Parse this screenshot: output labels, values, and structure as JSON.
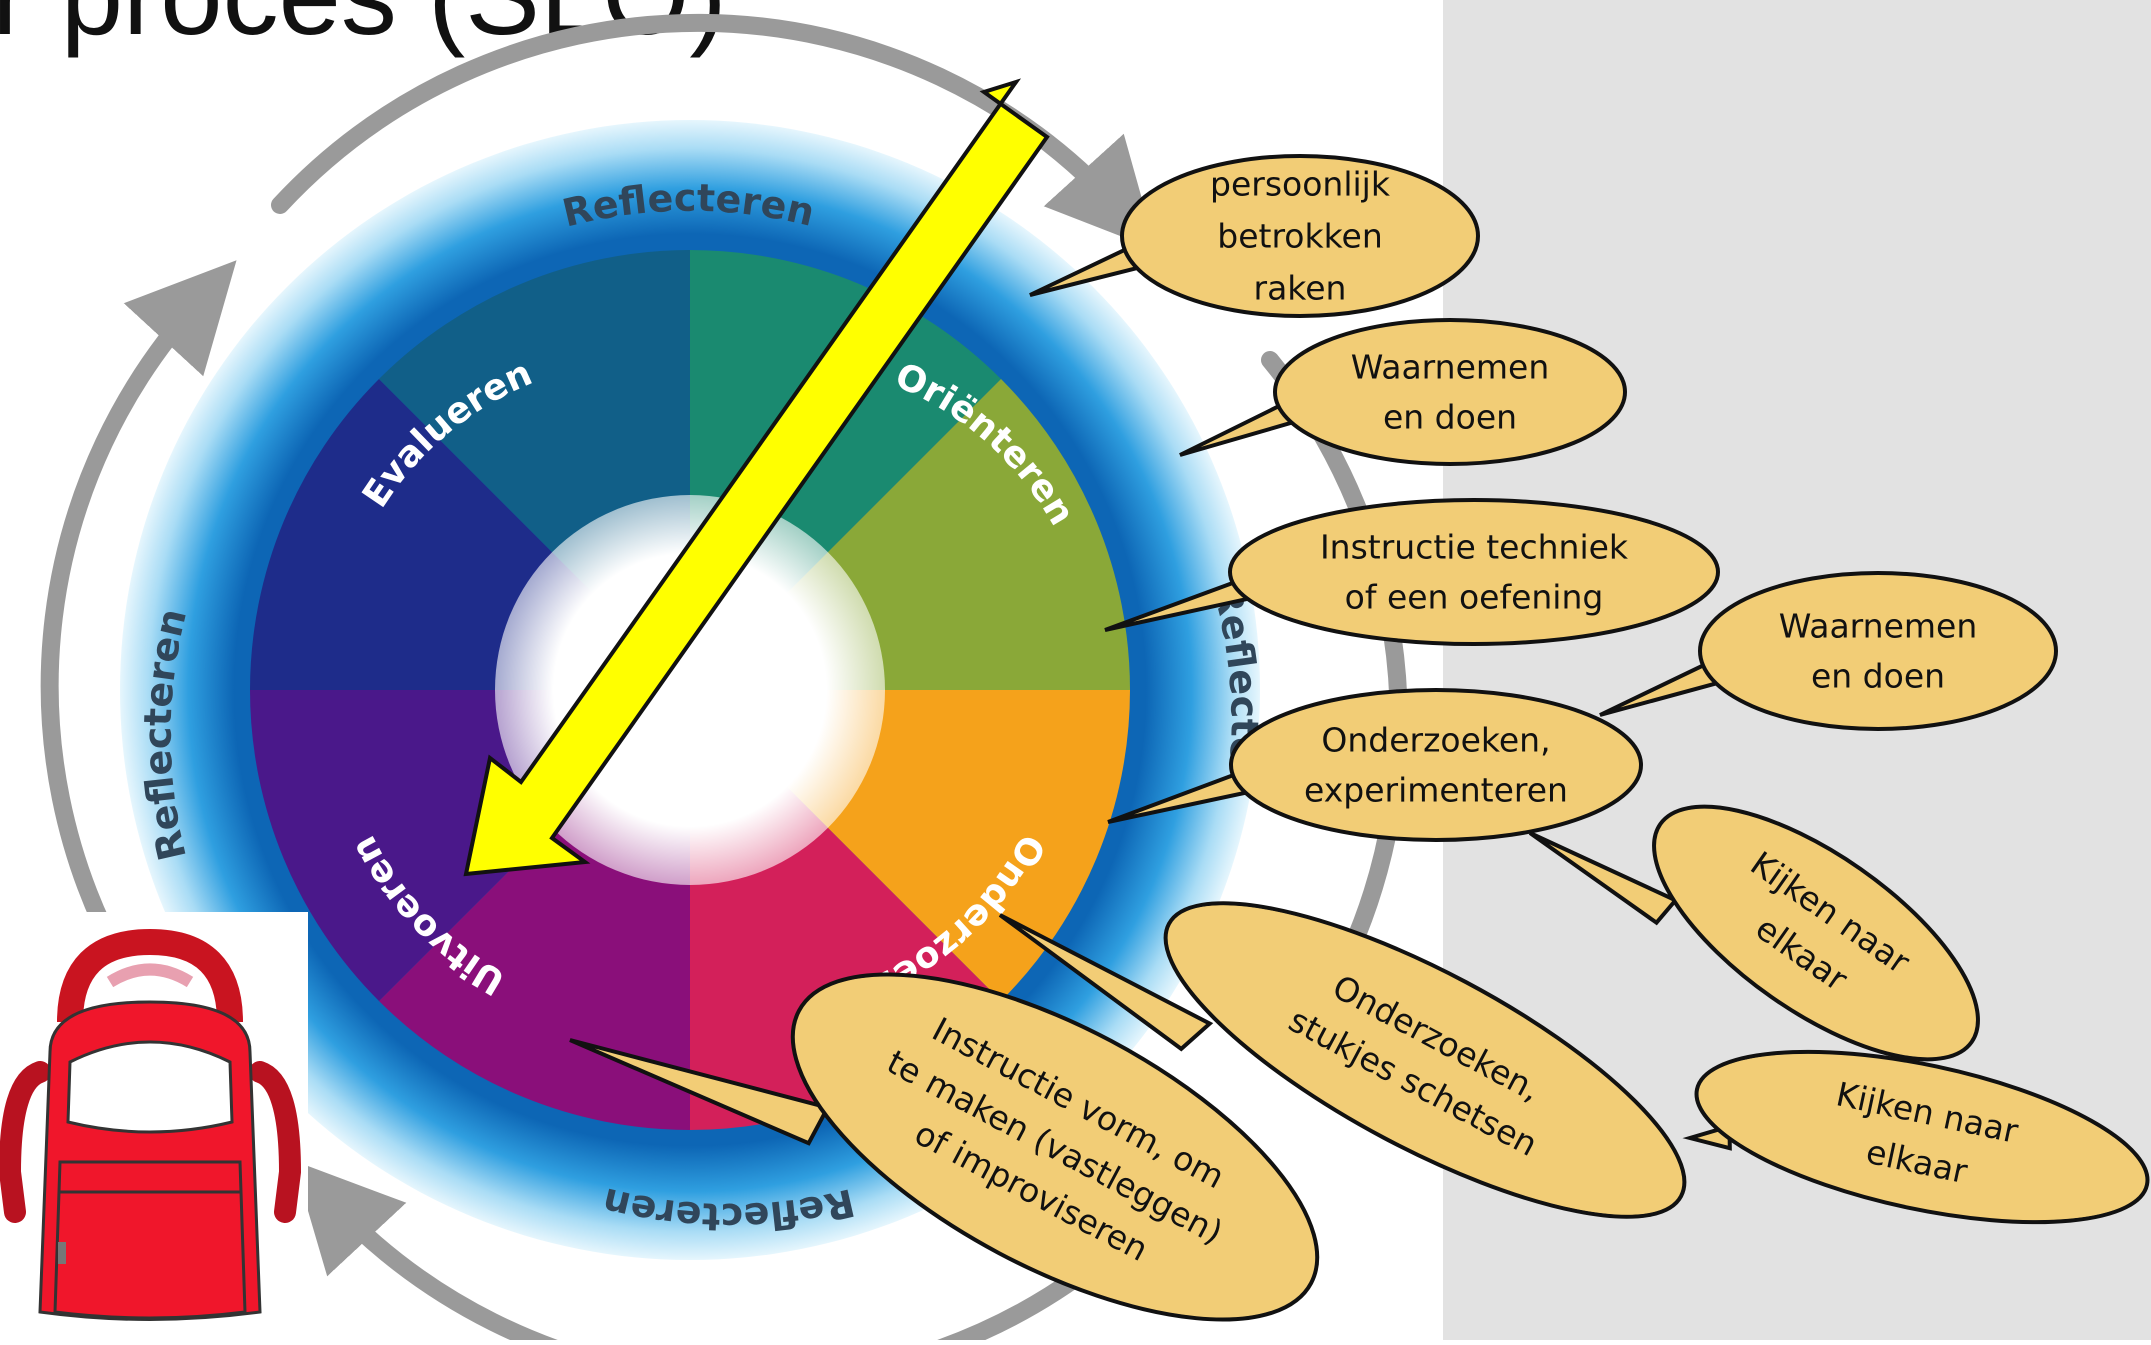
{
  "title": "er proces (SLO)",
  "ring": {
    "outer_labels": [
      "Reflecteren",
      "Reflecteren",
      "Reflecteren",
      "Reflecteren"
    ],
    "phases": [
      "Oriënteren",
      "Onderzoeken",
      "Uitvoeren",
      "Evalueren"
    ]
  },
  "bubbles": [
    {
      "lines": [
        "persoonlijk",
        "betrokken",
        "raken"
      ]
    },
    {
      "lines": [
        "Waarnemen",
        "en doen"
      ]
    },
    {
      "lines": [
        "Instructie techniek",
        "of een oefening"
      ]
    },
    {
      "lines": [
        "Waarnemen",
        "en doen"
      ]
    },
    {
      "lines": [
        "Onderzoeken,",
        "experimenteren"
      ]
    },
    {
      "lines": [
        "Kijken naar",
        "elkaar"
      ]
    },
    {
      "lines": [
        "Onderzoeken,",
        "stukjes schetsen"
      ]
    },
    {
      "lines": [
        "Kijken naar",
        "elkaar"
      ]
    },
    {
      "lines": [
        "Instructie vorm, om",
        "te maken (vastleggen)",
        "of improviseren"
      ]
    }
  ],
  "colors": {
    "arrow": "#ffff00",
    "bubble_fill": "#f2cd76",
    "panel": "#e2e2e2"
  },
  "icons": [
    "backpack-icon"
  ]
}
